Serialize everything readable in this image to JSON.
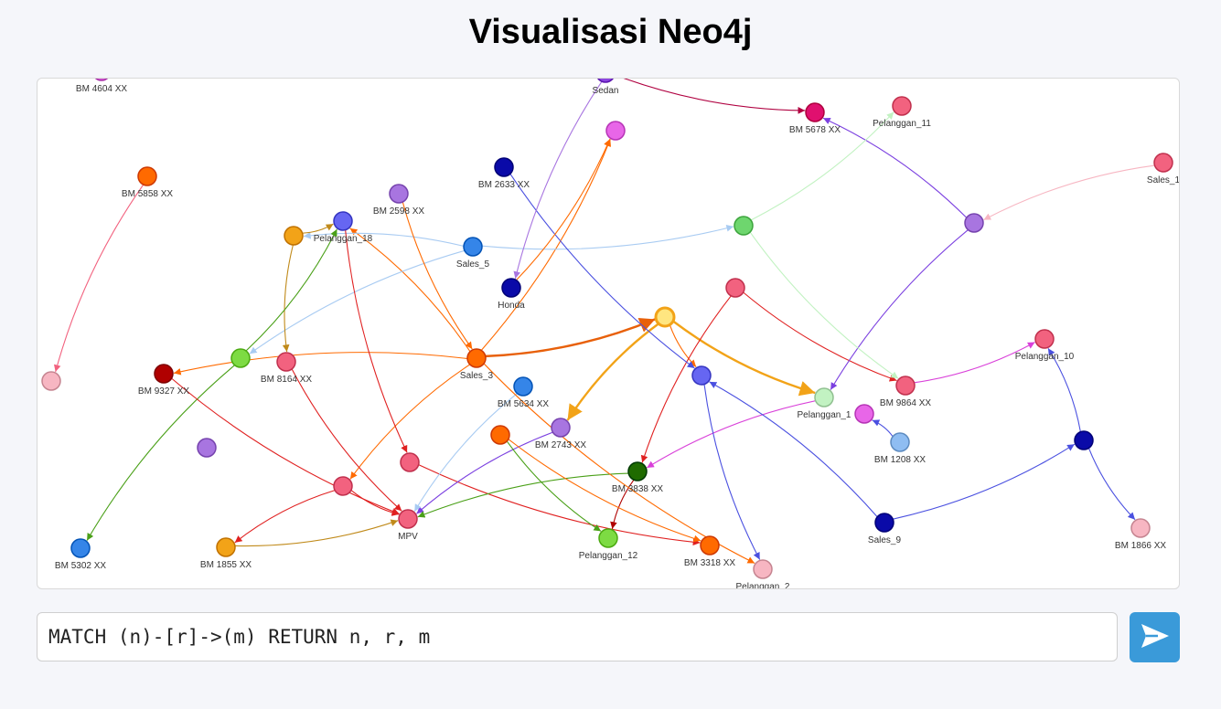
{
  "page": {
    "title": "Visualisasi Neo4j"
  },
  "query": {
    "value": "MATCH (n)-[r]->(m) RETURN n, r, m"
  },
  "run_button": {
    "icon": "send-icon"
  },
  "graph": {
    "nodes": [
      {
        "id": "n1",
        "label": "BM 4604 XX",
        "color": "#d95fd9"
      },
      {
        "id": "n2",
        "label": "Sedan",
        "color": "#8c45e0"
      },
      {
        "id": "n3",
        "label": "BM 5678 XX",
        "color": "#e0106f"
      },
      {
        "id": "n4",
        "label": "Pelanggan_11",
        "color": "#f2627f"
      },
      {
        "id": "n5",
        "label": "Sales_1",
        "color": "#f2627f"
      },
      {
        "id": "n6",
        "label": "",
        "color": "#e866e8"
      },
      {
        "id": "n7",
        "label": "BM 5858 XX",
        "color": "#ff6a00"
      },
      {
        "id": "n8",
        "label": "BM 2633 XX",
        "color": "#0a0aa8"
      },
      {
        "id": "n9",
        "label": "BM 2598 XX",
        "color": "#a875e0"
      },
      {
        "id": "n10",
        "label": "Pelanggan_18",
        "color": "#6666f2"
      },
      {
        "id": "n11",
        "label": "",
        "color": "#f2a318"
      },
      {
        "id": "n12",
        "label": "Sales_5",
        "color": "#3585e8"
      },
      {
        "id": "n13",
        "label": "",
        "color": "#6ed66e"
      },
      {
        "id": "n14",
        "label": "",
        "color": "#a875e0"
      },
      {
        "id": "n15",
        "label": "Honda",
        "color": "#0a0aa8"
      },
      {
        "id": "n16",
        "label": "",
        "color": "#f2627f"
      },
      {
        "id": "n17",
        "label": "",
        "color": "#ffe680"
      },
      {
        "id": "n18",
        "label": "",
        "color": "#7ddb43"
      },
      {
        "id": "n19",
        "label": "BM 8164 XX",
        "color": "#f2627f"
      },
      {
        "id": "n20",
        "label": "Sales_3",
        "color": "#ff6a00"
      },
      {
        "id": "n21",
        "label": "",
        "color": "#f7b6c2"
      },
      {
        "id": "n22",
        "label": "BM 9327 XX",
        "color": "#b00000"
      },
      {
        "id": "n23",
        "label": "",
        "color": "#6666f2"
      },
      {
        "id": "n24",
        "label": "Pelanggan_1",
        "color": "#c2f2c2"
      },
      {
        "id": "n25",
        "label": "BM 9864 XX",
        "color": "#f2627f"
      },
      {
        "id": "n26",
        "label": "Pelanggan_10",
        "color": "#f2627f"
      },
      {
        "id": "n27",
        "label": "BM 5634 XX",
        "color": "#3585e8"
      },
      {
        "id": "n28",
        "label": "",
        "color": "#ff6a00"
      },
      {
        "id": "n29",
        "label": "BM 2743 XX",
        "color": "#a875e0"
      },
      {
        "id": "n30",
        "label": "",
        "color": "#e866e8"
      },
      {
        "id": "n31",
        "label": "BM 1208 XX",
        "color": "#8fbdf2"
      },
      {
        "id": "n32",
        "label": "",
        "color": "#a875e0"
      },
      {
        "id": "n33",
        "label": "",
        "color": "#f2627f"
      },
      {
        "id": "n34",
        "label": "BM 3838 XX",
        "color": "#1f6b00"
      },
      {
        "id": "n35",
        "label": "",
        "color": "#0a0aa8"
      },
      {
        "id": "n36",
        "label": "",
        "color": "#f2627f"
      },
      {
        "id": "n37",
        "label": "MPV",
        "color": "#f2627f"
      },
      {
        "id": "n38",
        "label": "Pelanggan_12",
        "color": "#7ddb43"
      },
      {
        "id": "n39",
        "label": "BM 3318 XX",
        "color": "#ff6a00"
      },
      {
        "id": "n40",
        "label": "Sales_9",
        "color": "#0a0aa8"
      },
      {
        "id": "n41",
        "label": "BM 1866 XX",
        "color": "#f7b6c2"
      },
      {
        "id": "n42",
        "label": "BM 5302 XX",
        "color": "#3585e8"
      },
      {
        "id": "n43",
        "label": "BM 1855 XX",
        "color": "#f2a318"
      },
      {
        "id": "n44",
        "label": "Pelanggan_2",
        "color": "#f7b6c2"
      }
    ],
    "edges": [
      {
        "from": "n17",
        "to": "n23",
        "color": "#ff6a00"
      },
      {
        "from": "n20",
        "to": "n17",
        "color": "#e8600a",
        "thick": true
      },
      {
        "from": "n17",
        "to": "n24",
        "color": "#f2a318",
        "thick": true
      },
      {
        "from": "n17",
        "to": "n29",
        "color": "#f2a318",
        "thick": true
      },
      {
        "from": "n20",
        "to": "n6",
        "color": "#ff6a00"
      },
      {
        "from": "n20",
        "to": "n36",
        "color": "#ff6a00"
      },
      {
        "from": "n20",
        "to": "n22",
        "color": "#ff6a00"
      },
      {
        "from": "n20",
        "to": "n10",
        "color": "#ff6a00"
      },
      {
        "from": "n12",
        "to": "n11",
        "color": "#a8cbf2"
      },
      {
        "from": "n12",
        "to": "n13",
        "color": "#a8cbf2"
      },
      {
        "from": "n12",
        "to": "n18",
        "color": "#a8cbf2"
      },
      {
        "from": "n11",
        "to": "n10",
        "color": "#c08a1a"
      },
      {
        "from": "n11",
        "to": "n19",
        "color": "#c08a1a"
      },
      {
        "from": "n18",
        "to": "n10",
        "color": "#4aa018"
      },
      {
        "from": "n18",
        "to": "n42",
        "color": "#4aa018"
      },
      {
        "from": "n10",
        "to": "n33",
        "color": "#e02020"
      },
      {
        "from": "n19",
        "to": "n37",
        "color": "#e02020"
      },
      {
        "from": "n22",
        "to": "n37",
        "color": "#e02020"
      },
      {
        "from": "n36",
        "to": "n37",
        "color": "#e02020"
      },
      {
        "from": "n36",
        "to": "n43",
        "color": "#e02020"
      },
      {
        "from": "n33",
        "to": "n39",
        "color": "#e02020"
      },
      {
        "from": "n16",
        "to": "n34",
        "color": "#e02020"
      },
      {
        "from": "n16",
        "to": "n25",
        "color": "#e02020"
      },
      {
        "from": "n29",
        "to": "n37",
        "color": "#7b40e0"
      },
      {
        "from": "n27",
        "to": "n37",
        "color": "#a8cbf2"
      },
      {
        "from": "n34",
        "to": "n37",
        "color": "#4aa018"
      },
      {
        "from": "n43",
        "to": "n37",
        "color": "#c08a1a"
      },
      {
        "from": "n34",
        "to": "n38",
        "color": "#b00000"
      },
      {
        "from": "n24",
        "to": "n34",
        "color": "#d940d9"
      },
      {
        "from": "n25",
        "to": "n26",
        "color": "#d940d9"
      },
      {
        "from": "n31",
        "to": "n30",
        "color": "#4a50e0"
      },
      {
        "from": "n40",
        "to": "n35",
        "color": "#4a50e0"
      },
      {
        "from": "n35",
        "to": "n26",
        "color": "#4a50e0"
      },
      {
        "from": "n35",
        "to": "n41",
        "color": "#4a50e0"
      },
      {
        "from": "n40",
        "to": "n23",
        "color": "#4a50e0"
      },
      {
        "from": "n23",
        "to": "n44",
        "color": "#4a50e0"
      },
      {
        "from": "n8",
        "to": "n23",
        "color": "#4a50e0"
      },
      {
        "from": "n14",
        "to": "n3",
        "color": "#7b40e0"
      },
      {
        "from": "n14",
        "to": "n24",
        "color": "#7b40e0"
      },
      {
        "from": "n5",
        "to": "n14",
        "color": "#f7b6c2"
      },
      {
        "from": "n13",
        "to": "n4",
        "color": "#c2f2c2"
      },
      {
        "from": "n13",
        "to": "n25",
        "color": "#c2f2c2"
      },
      {
        "from": "n15",
        "to": "n6",
        "color": "#ff6a00"
      },
      {
        "from": "n2",
        "to": "n15",
        "color": "#a875e0"
      },
      {
        "from": "n2",
        "to": "n3",
        "color": "#b00040"
      },
      {
        "from": "n9",
        "to": "n20",
        "color": "#ff6a00"
      },
      {
        "from": "n7",
        "to": "n21",
        "color": "#f2627f"
      },
      {
        "from": "n28",
        "to": "n38",
        "color": "#4aa018"
      },
      {
        "from": "n28",
        "to": "n39",
        "color": "#ff6a00"
      },
      {
        "from": "n20",
        "to": "n44",
        "color": "#ff6a00"
      }
    ]
  }
}
